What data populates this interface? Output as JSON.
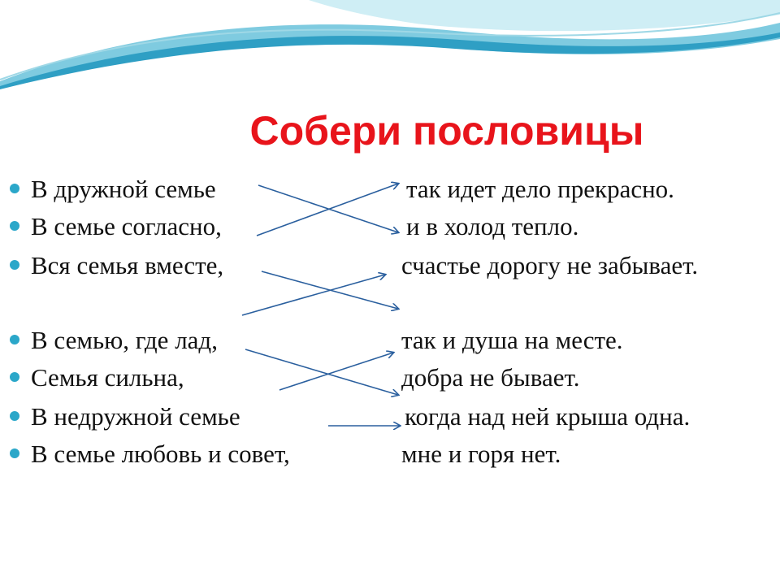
{
  "title": "Собери пословицы",
  "colors": {
    "title": "#e8141b",
    "bullet": "#2ba7c9",
    "arrow": "#2a5f9e",
    "wave_dark": "#2f9fc4",
    "wave_light": "#9fd8e6"
  },
  "left_items": [
    "В дружной семье",
    "В семье согласно,",
    "Вся семья вместе,",
    "В семью, где лад,",
    "Семья сильна,",
    "В недружной семье",
    "В семье любовь и совет,"
  ],
  "right_items": [
    "так идет дело прекрасно.",
    "и в холод тепло.",
    "счастье дорогу не забывает.",
    "так и душа на месте.",
    "добра не бывает.",
    "когда над ней крыша одна.",
    "мне и горя нет."
  ]
}
